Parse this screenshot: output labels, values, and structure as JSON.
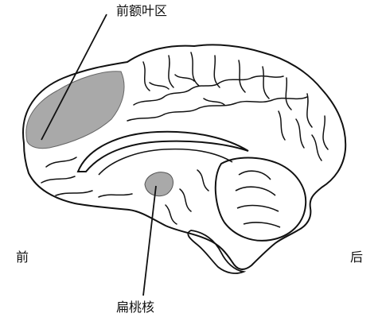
{
  "labels": {
    "prefrontal_cortex": "前额叶区",
    "amygdala": "扁桃核",
    "front": "前",
    "back": "后"
  },
  "colors": {
    "outline": "#111111",
    "highlight": "#a9a9a9",
    "background": "#ffffff"
  }
}
